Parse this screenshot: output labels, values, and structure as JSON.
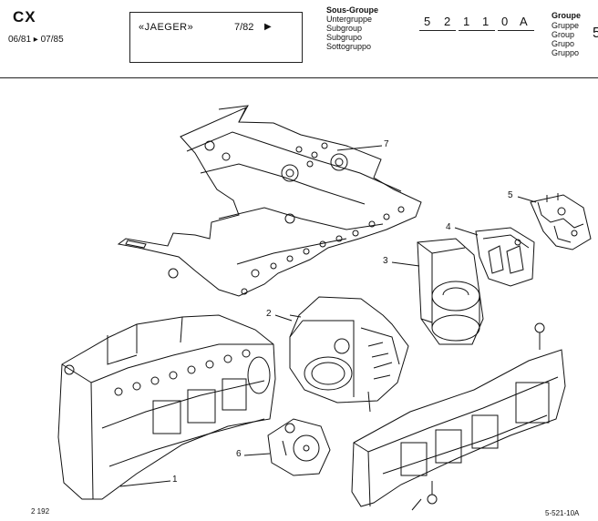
{
  "header": {
    "model": "CX",
    "date_range": "06/81 ▸ 07/85",
    "brand": "«JAEGER»",
    "brand_date": "7/82",
    "brand_arrow": "▶",
    "subgroup_labels": [
      "Sous-Groupe",
      "Untergruppe",
      "Subgroup",
      "Subgrupo",
      "Sottogruppo"
    ],
    "code_digits": [
      "5",
      "2",
      "1",
      "1",
      "0",
      "A"
    ],
    "group_labels": [
      "Groupe",
      "Gruppe",
      "Group",
      "Grupo",
      "Gruppo"
    ],
    "group_number": "5"
  },
  "callouts": {
    "c1": "1",
    "c2": "2",
    "c3": "3",
    "c4": "4",
    "c5": "5",
    "c6": "6",
    "c7": "7"
  },
  "footer": {
    "left": "2 192",
    "right": "5-521-10A"
  }
}
